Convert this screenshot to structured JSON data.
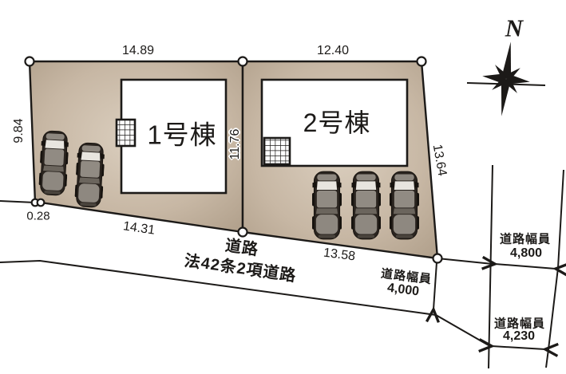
{
  "plan": {
    "compass_label": "N",
    "buildings": [
      {
        "label": "1号棟"
      },
      {
        "label": "2号棟"
      }
    ],
    "dimensions": {
      "parcel1_top": "14.89",
      "parcel2_top": "12.40",
      "parcel1_left": "9.84",
      "divider": "11.76",
      "parcel2_right": "13.64",
      "parcel1_corner": "0.28",
      "parcel1_bottom": "14.31",
      "parcel2_bottom": "13.58"
    },
    "road": {
      "name_line1": "道路",
      "name_line2": "法42条2項道路"
    },
    "road_widths": [
      {
        "label": "道路幅員",
        "value": "4,000"
      },
      {
        "label": "道路幅員",
        "value": "4,800"
      },
      {
        "label": "道路幅員",
        "value": "4,230"
      }
    ],
    "colors": {
      "parcel_center": "#dbcfbf",
      "parcel_edge": "#ab9a85",
      "line": "#1c1a18",
      "car_body": "#2a241f"
    }
  }
}
